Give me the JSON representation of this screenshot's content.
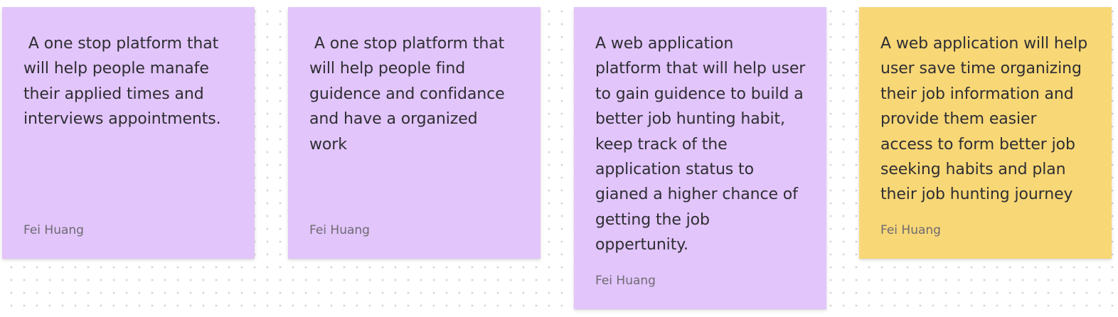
{
  "board": {
    "dot_color": "#d6d6d6",
    "background": "#ffffff"
  },
  "notes": [
    {
      "text": " A one stop platform that\nwill help people manafe\ntheir applied times and\ninterviews appointments.",
      "author": "Fei Huang",
      "color": "#e2c5fb"
    },
    {
      "text": " A one stop platform that\nwill help people find\nguidence and confidance\nand have a organized\nwork",
      "author": "Fei Huang",
      "color": "#e2c5fb"
    },
    {
      "text": "A web application\nplatform that will help user\nto gain guidence to build a\nbetter job hunting habit,\nkeep track of the\napplication status to\ngianed a higher chance of\ngetting the job\noppertunity.",
      "author": "Fei Huang",
      "color": "#e2c5fb"
    },
    {
      "text": "A web application will help\nuser save time organizing\ntheir job information and\nprovide them easier\naccess to form better job\nseeking habits and plan\ntheir job hunting journey",
      "author": "Fei Huang",
      "color": "#f8d776"
    }
  ]
}
